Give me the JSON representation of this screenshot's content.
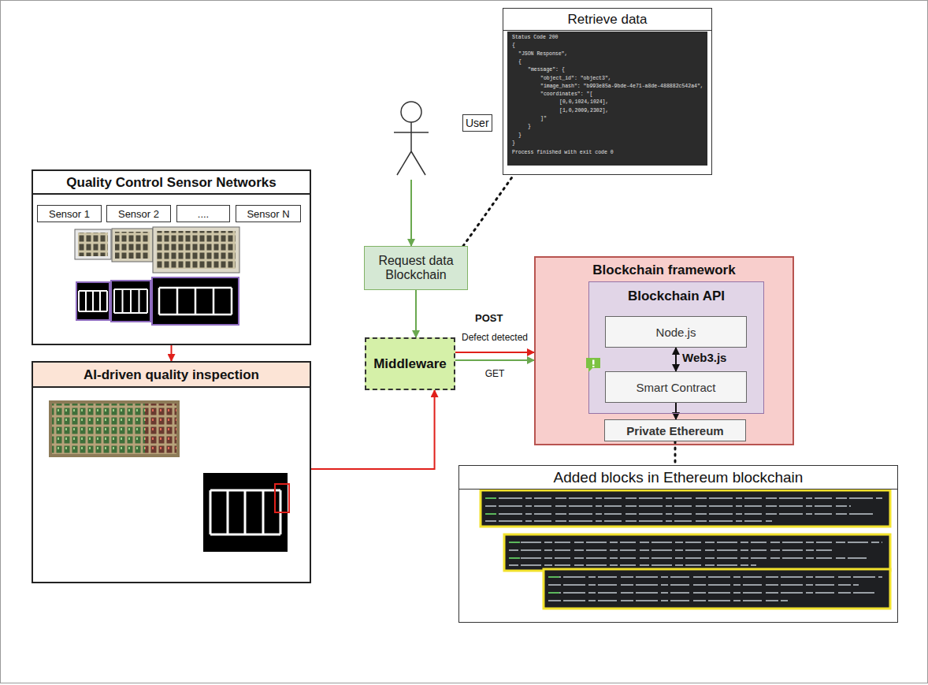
{
  "diagram": {
    "nodes": [
      {
        "text": [
          "Retrieve data"
        ]
      },
      {
        "text": [
          "User"
        ]
      },
      {
        "text": [
          "Quality Control Sensor Networks"
        ]
      },
      {
        "text": [
          "Sensor 1"
        ],
        "in": 2
      },
      {
        "text": [
          "Sensor 2"
        ],
        "in": 2
      },
      {
        "text": [
          "...."
        ],
        "in": 2
      },
      {
        "text": [
          "Sensor N"
        ],
        "in": 2
      },
      {
        "text": [
          "Request data Blockchain"
        ]
      },
      {
        "text": [
          "Blockchain framework"
        ]
      },
      {
        "text": [
          "Blockchain API"
        ],
        "in": 8
      },
      {
        "text": [
          "Node.js"
        ],
        "in": 9
      },
      {
        "text": [
          "Smart Contract"
        ],
        "in": 9
      },
      {
        "text": [
          "Private Ethereum"
        ],
        "in": 8
      },
      {
        "text": [
          "Middleware"
        ]
      },
      {
        "text": [
          "AI-driven quality inspection"
        ]
      },
      {
        "text": [
          "Added blocks in Ethereum blockchain"
        ]
      }
    ],
    "edges": [
      {
        "from": 1,
        "to": 7,
        "arrow": "to"
      },
      {
        "from": 7,
        "to": 13,
        "arrow": "to"
      },
      {
        "from": 7,
        "to": 0,
        "arrow": "none"
      },
      {
        "from": 2,
        "to": 14,
        "arrow": "to"
      },
      {
        "from": 14,
        "to": 13,
        "arrow": "to"
      },
      {
        "from": 13,
        "to": 8,
        "arrow": "to",
        "label": "Defect detected"
      },
      {
        "from": 13,
        "to": 8,
        "arrow": "to",
        "label": "GET"
      },
      {
        "from": 10,
        "to": 11,
        "arrow": "both",
        "label": "Web3.js"
      },
      {
        "from": 11,
        "to": 12,
        "arrow": "to"
      },
      {
        "from": 12,
        "to": 15,
        "arrow": "none"
      }
    ],
    "labels": [
      "POST",
      "Status Code 200",
      "{",
      "\"JSON Response\",",
      "{",
      "\"message\": {",
      "\"object_id\": \"object3\",",
      "\"image_hash\": \"b993e85a-9bde-4e71-a8de-488882c542a4\",",
      "\"coordinates\": \"[",
      "[0,0,1024,1024],",
      "[1,0,2009,2302],",
      "]\"",
      "}",
      "}",
      "}",
      "Process finished with exit code 0"
    ]
  }
}
